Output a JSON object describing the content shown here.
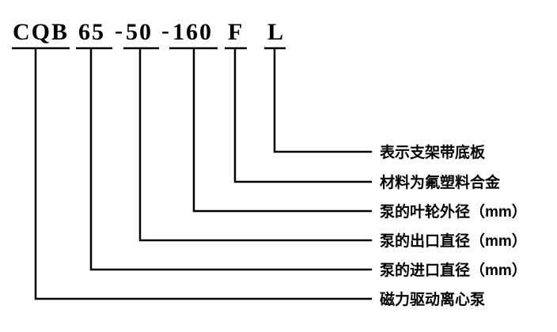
{
  "model_code": {
    "series": "CQB",
    "inlet": "65",
    "dash1": "-",
    "outlet": "50",
    "dash2": "-",
    "impeller": "160",
    "material": "F",
    "bracket": "L"
  },
  "annotations": {
    "bracket": "表示支架带底板",
    "material": "材料为氟塑料合金",
    "impeller": "泵的叶轮外径（mm）",
    "outlet": "泵的出口直径（mm）",
    "inlet": "泵的进口直径（mm）",
    "series": "磁力驱动离心泵"
  },
  "colors": {
    "ink": "#000000",
    "background": "#ffffff"
  }
}
